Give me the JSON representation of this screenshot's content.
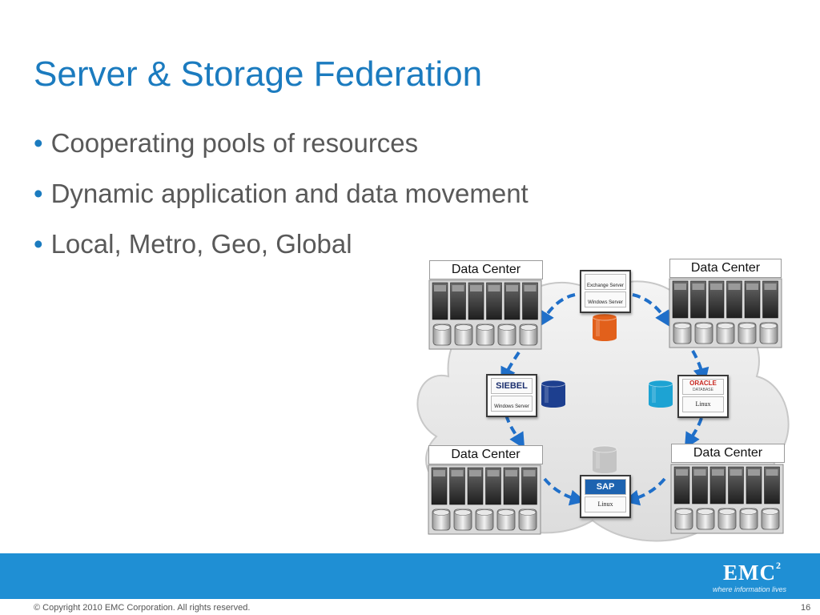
{
  "slide": {
    "title": "Server & Storage Federation",
    "bullets": [
      "Cooperating pools of resources",
      "Dynamic application and data movement",
      "Local, Metro, Geo, Global"
    ],
    "bullet_glyph": "•"
  },
  "diagram": {
    "data_centers": [
      {
        "label": "Data Center"
      },
      {
        "label": "Data Center"
      },
      {
        "label": "Data Center"
      },
      {
        "label": "Data Center"
      }
    ],
    "apps": {
      "top": {
        "line1": "Exchange Server",
        "line2": "Windows Server"
      },
      "left": {
        "line1": "SIEBEL",
        "line2": "Windows Server"
      },
      "right": {
        "line1": "ORACLE",
        "line1b": "DATABASE",
        "line2": "Linux"
      },
      "bottom": {
        "line1": "SAP",
        "line2": "Linux"
      }
    },
    "colors": {
      "arrow": "#1f6fc9",
      "cyl_orange": "#e2601b",
      "cyl_navy": "#1d3f8f",
      "cyl_cyan": "#1da3d3",
      "cyl_gray": "#c4c4c4"
    }
  },
  "footer": {
    "logo_text": "EMC",
    "logo_sup": "2",
    "tagline": "where information lives",
    "copyright": "© Copyright 2010 EMC Corporation. All rights reserved.",
    "page_number": "16",
    "bar_color": "#1f8fd4"
  }
}
